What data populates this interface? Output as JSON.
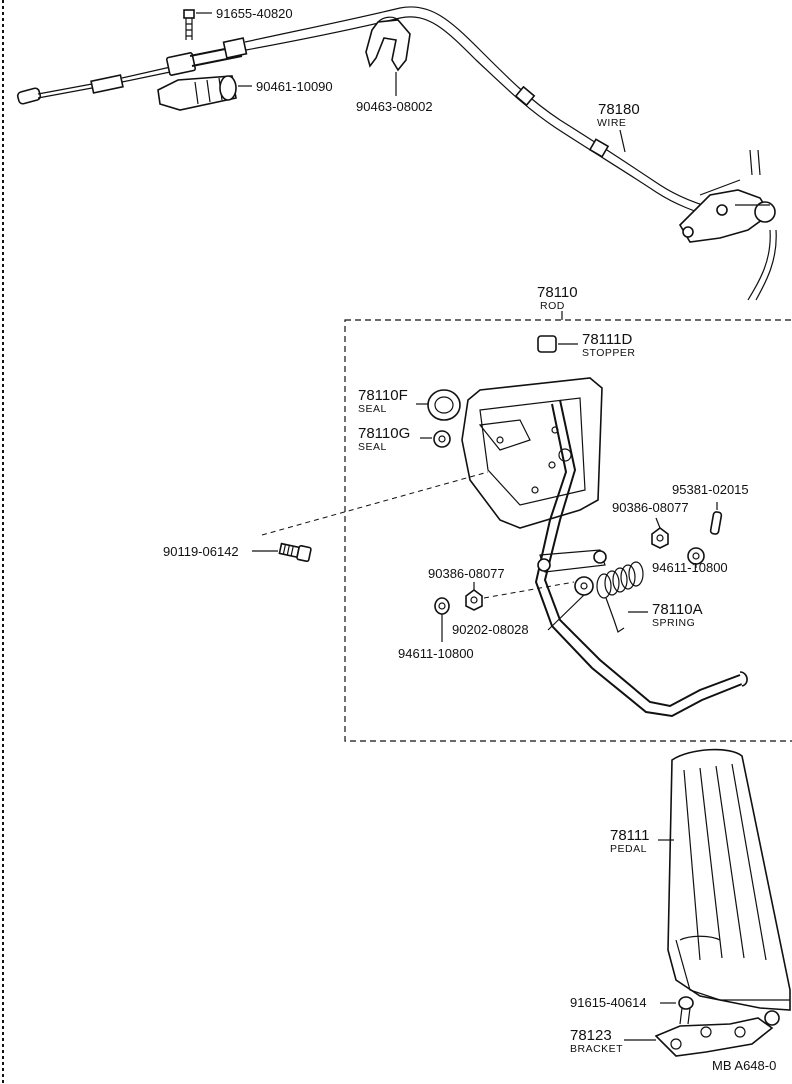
{
  "labels": {
    "p91655": "91655-40820",
    "p90461": "90461-10090",
    "p90463": "90463-08002",
    "p78180": "78180",
    "p78180_desc": "WIRE",
    "p78110": "78110",
    "p78110_desc": "ROD",
    "p78111D": "78111D",
    "p78111D_desc": "STOPPER",
    "p78110F": "78110F",
    "p78110F_desc": "SEAL",
    "p78110G": "78110G",
    "p78110G_desc": "SEAL",
    "p95381": "95381-02015",
    "p90386_right": "90386-08077",
    "p94611_right": "94611-10800",
    "p90119": "90119-06142",
    "p90386_left": "90386-08077",
    "p78110A": "78110A",
    "p78110A_desc": "SPRING",
    "p90202": "90202-08028",
    "p94611_left": "94611-10800",
    "p78111": "78111",
    "p78111_desc": "PEDAL",
    "p91615": "91615-40614",
    "p78123": "78123",
    "p78123_desc": "BRACKET",
    "footer": "MB  A648-0"
  }
}
